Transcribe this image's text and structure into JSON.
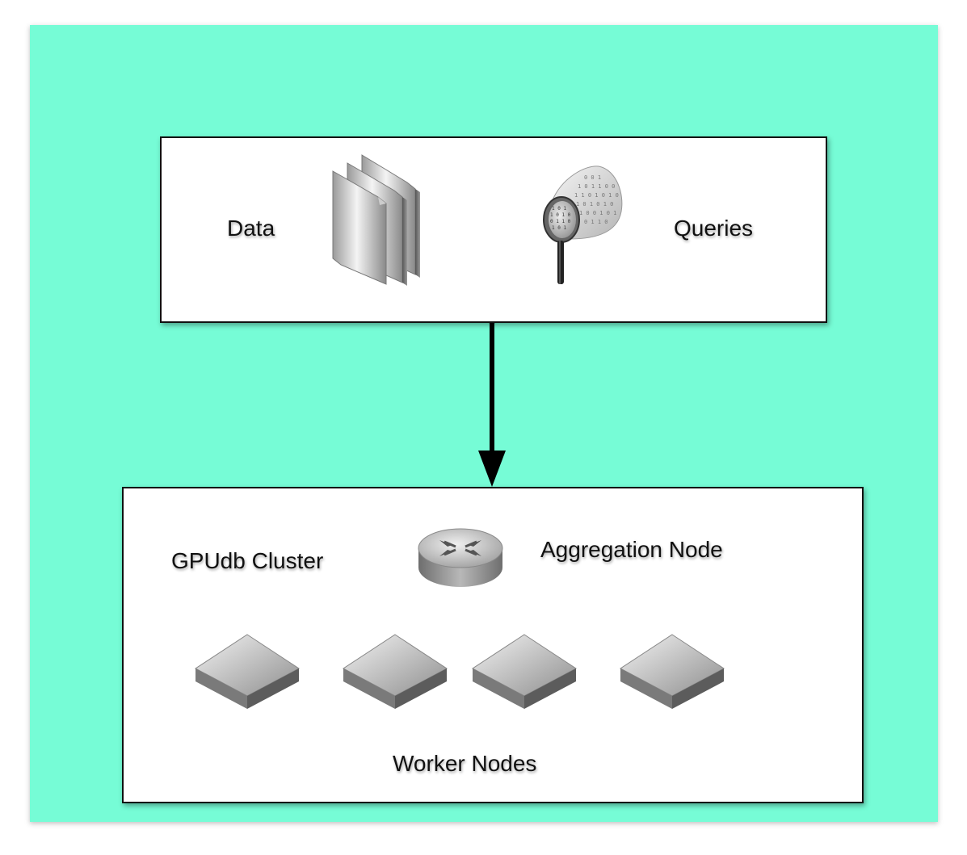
{
  "colors": {
    "background": "#76fcd6",
    "box_fill": "#ffffff",
    "box_border": "#111111",
    "arrow": "#000000"
  },
  "top_box": {
    "data_label": "Data",
    "queries_label": "Queries",
    "icons": [
      "documents-icon",
      "magnifier-binary-icon"
    ]
  },
  "bottom_box": {
    "cluster_label": "GPUdb Cluster",
    "aggregation_label": "Aggregation Node",
    "workers_label": "Worker Nodes",
    "worker_count": 4,
    "icons": [
      "router-icon",
      "switch-icon"
    ]
  },
  "connector": {
    "from": "top_box",
    "to": "bottom_box",
    "style": "arrow-down"
  }
}
